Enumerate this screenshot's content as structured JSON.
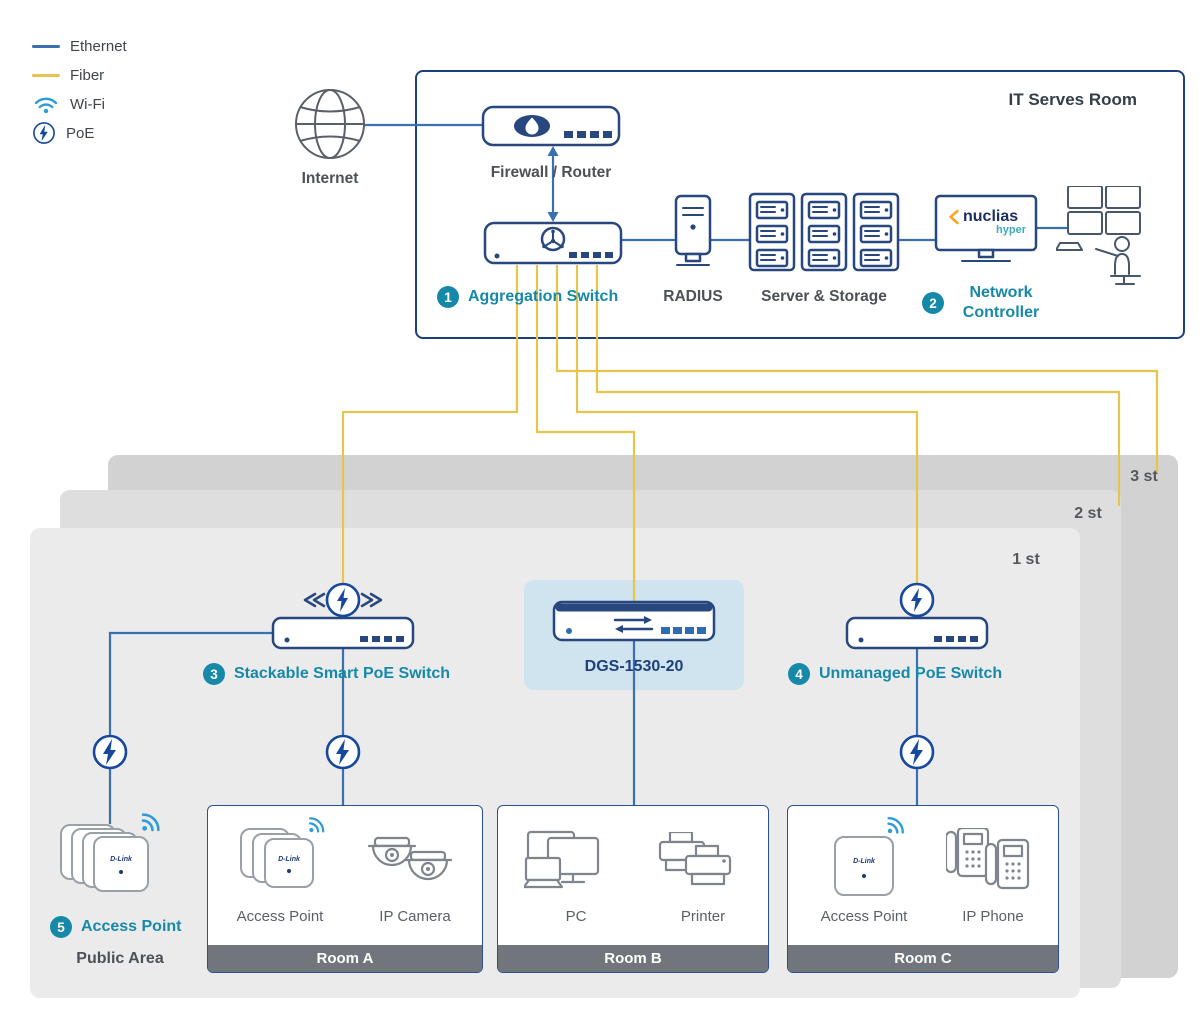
{
  "legend": {
    "ethernet": "Ethernet",
    "fiber": "Fiber",
    "wifi": "Wi-Fi",
    "poe": "PoE"
  },
  "it_room": {
    "title": "IT Serves Room",
    "internet": "Internet",
    "firewall": "Firewall / Router",
    "aggregation_number": "1",
    "aggregation_label": "Aggregation Switch",
    "radius": "RADIUS",
    "server_storage": "Server & Storage",
    "controller_number": "2",
    "controller_label": "Network Controller",
    "nuclias_brand": "nuclias",
    "nuclias_sub": "hyper"
  },
  "floors": {
    "f1": "1 st",
    "f2": "2 st",
    "f3": "3 st"
  },
  "floor1": {
    "stackable_number": "3",
    "stackable_label": "Stackable Smart PoE Switch",
    "dgs_label": "DGS-1530-20",
    "unmanaged_number": "4",
    "unmanaged_label": "Unmanaged PoE Switch",
    "public_ap_number": "5",
    "public_ap_label": "Access Point",
    "public_area_label": "Public Area",
    "ap_brand": "D-Link"
  },
  "rooms": {
    "a": {
      "name": "Room A",
      "item1": "Access Point",
      "item2": "IP Camera"
    },
    "b": {
      "name": "Room B",
      "item1": "PC",
      "item2": "Printer"
    },
    "c": {
      "name": "Room C",
      "item1": "Access Point",
      "item2": "IP Phone"
    }
  },
  "colors": {
    "ethernet_blue": "#3a6fb0",
    "fiber_yellow": "#e6c44e",
    "poe_navy": "#16489c",
    "wifi_blue": "#2e9bd6",
    "accent_teal": "#1789a8",
    "device_navy": "#27477e",
    "dgs_highlight": "#cfe4ef",
    "room_footer_gray": "#70767c",
    "floor1_gray": "#ebebeb",
    "floor2_gray": "#dedede",
    "floor3_gray": "#d2d2d2"
  }
}
